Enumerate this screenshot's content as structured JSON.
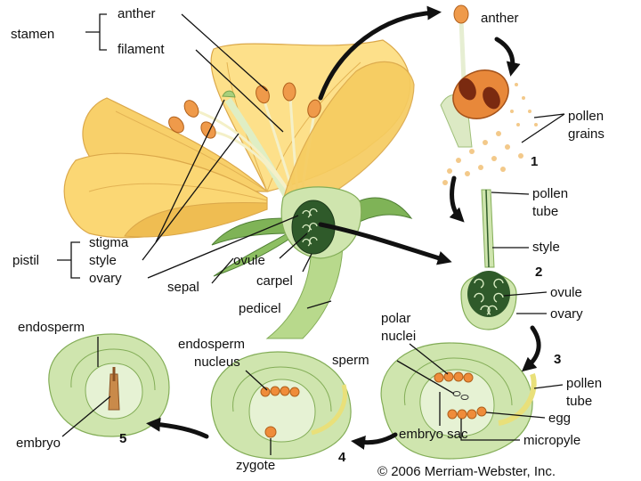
{
  "labels": {
    "stamen": "stamen",
    "anther": "anther",
    "filament": "filament",
    "pistil": "pistil",
    "stigma": "stigma",
    "style": "style",
    "ovary": "ovary",
    "ovule": "ovule",
    "sepal": "sepal",
    "carpel": "carpel",
    "pedicel": "pedicel",
    "anther_right": "anther",
    "pollen_grains_1": "pollen",
    "pollen_grains_2": "grains",
    "pollen_tube_1": "pollen",
    "pollen_tube_2": "tube",
    "style_right": "style",
    "ovule_right": "ovule",
    "ovary_right": "ovary",
    "polar_nuclei_1": "polar",
    "polar_nuclei_2": "nuclei",
    "sperm": "sperm",
    "pollen_tube3_1": "pollen",
    "pollen_tube3_2": "tube",
    "egg": "egg",
    "embryo_sac": "embryo sac",
    "micropyle": "micropyle",
    "endosperm_nucleus_1": "endosperm",
    "endosperm_nucleus_2": "nucleus",
    "zygote": "zygote",
    "endosperm": "endosperm",
    "embryo": "embryo"
  },
  "steps": {
    "s1": "1",
    "s2": "2",
    "s3": "3",
    "s4": "4",
    "s5": "5"
  },
  "copyright": "© 2006 Merriam-Webster, Inc.",
  "colors": {
    "petal": "#fbd774",
    "petal_dark": "#e9b443",
    "anther": "#ef9a4a",
    "stem": "#b8d98c",
    "ovary": "#2f5a2a",
    "ovary_light": "#d9ecc2",
    "pollen": "#f3c98a"
  }
}
